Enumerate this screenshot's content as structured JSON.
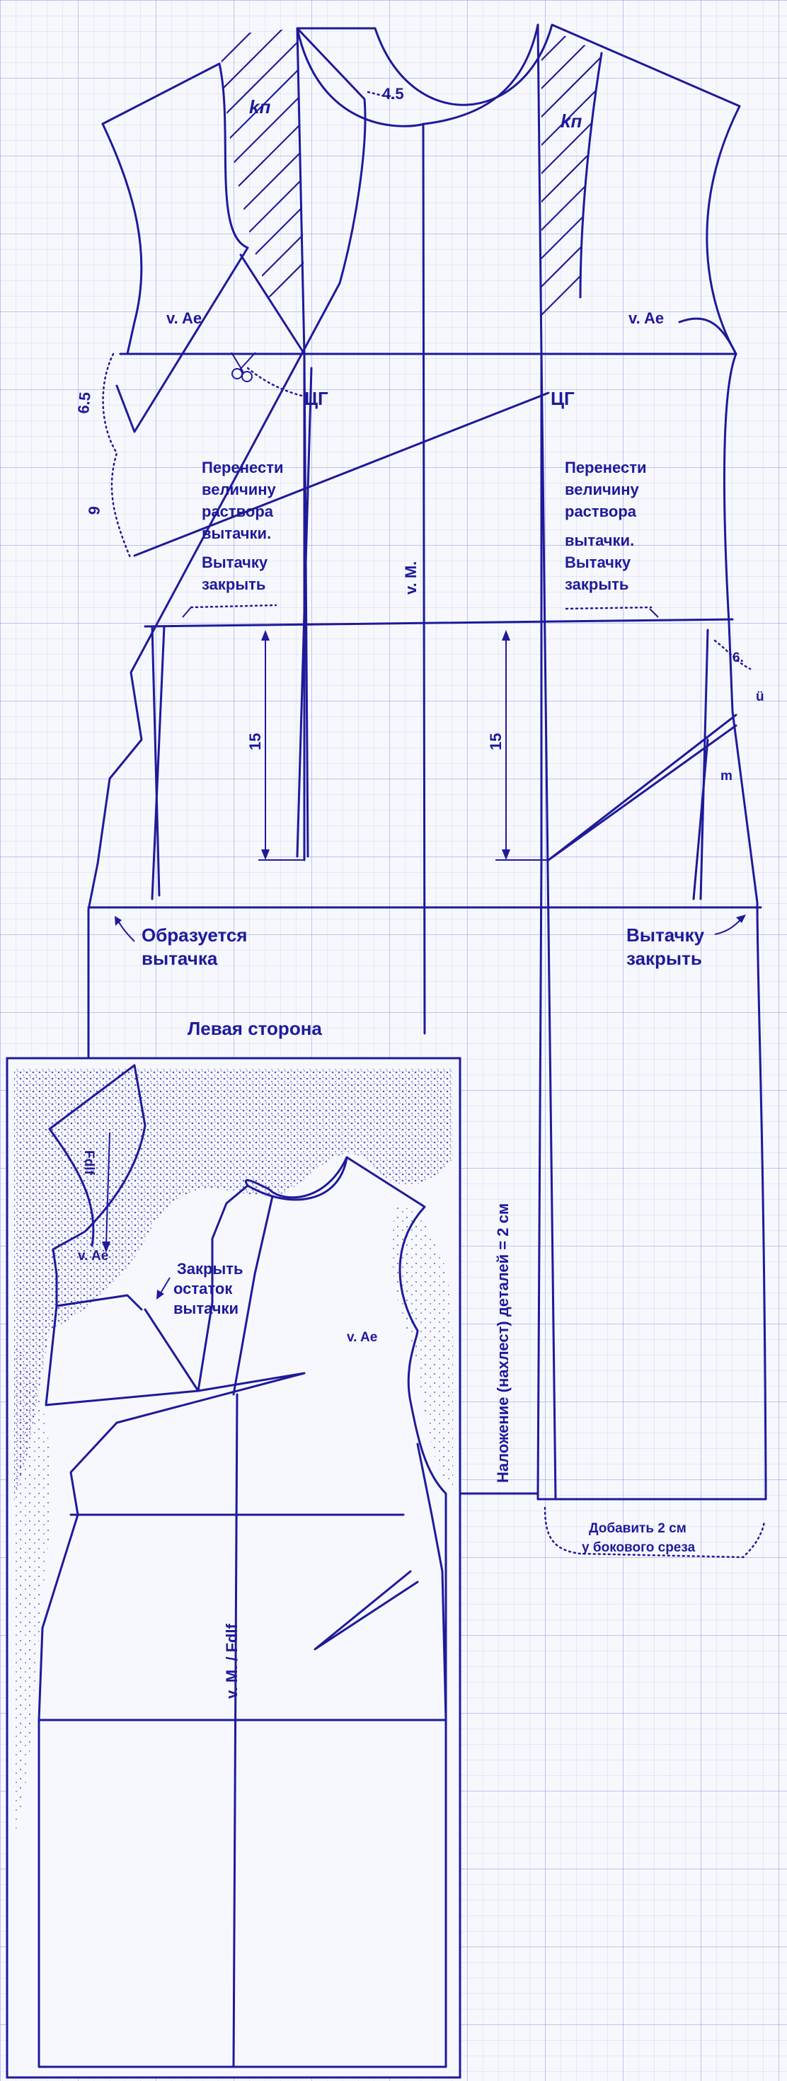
{
  "labels": {
    "measure_45": "4.5",
    "kp": "kп",
    "ae": "v. Ae",
    "cg": "ЦГ",
    "measure_65": "6.5",
    "measure_9": "9",
    "transfer_note": [
      "Перенести",
      "величину",
      "раствора",
      "вытачки.",
      "Вытачку",
      "закрыть"
    ],
    "center_front": "v. M.",
    "measure_15": "15",
    "measure_6": "6.",
    "mark_u": "ü",
    "mark_m": "m",
    "forms_dart": [
      "Образуется",
      "вытачка"
    ],
    "close_dart": [
      "Вытачку",
      "закрыть"
    ],
    "left_side": "Левая сторона",
    "overlap_note": "Наложение (нахлест) деталей = 2 см",
    "add_2cm": [
      "Добавить 2 см",
      "у бокового среза"
    ],
    "fdlf": "Fdlf",
    "close_remainder": [
      "Закрыть",
      "остаток",
      "вытачки"
    ],
    "center_front_fdlf": "v. M. / Fdlf"
  },
  "colors": {
    "ink": "#1e1a9a",
    "paper": "#f7f8fd",
    "grid": "#8a92dc"
  }
}
